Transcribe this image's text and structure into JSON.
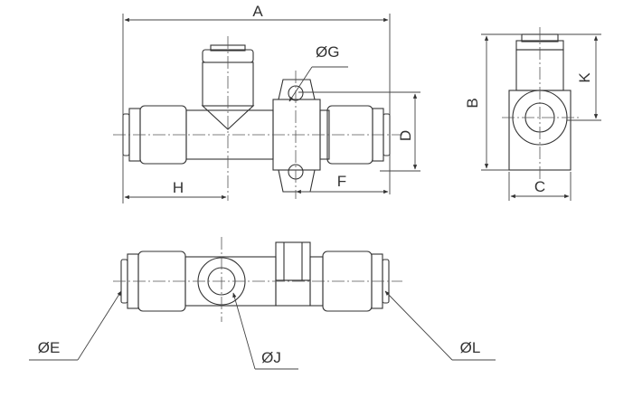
{
  "labels": {
    "A": "A",
    "G": "ØG",
    "D": "D",
    "F": "F",
    "H": "H",
    "B": "B",
    "K": "K",
    "C": "C",
    "E": "ØE",
    "J": "ØJ",
    "L": "ØL"
  },
  "colors": {
    "line": "#333333",
    "body_fill": "#e9e9e9",
    "body_light": "#f7f7f7",
    "background": "#ffffff"
  }
}
